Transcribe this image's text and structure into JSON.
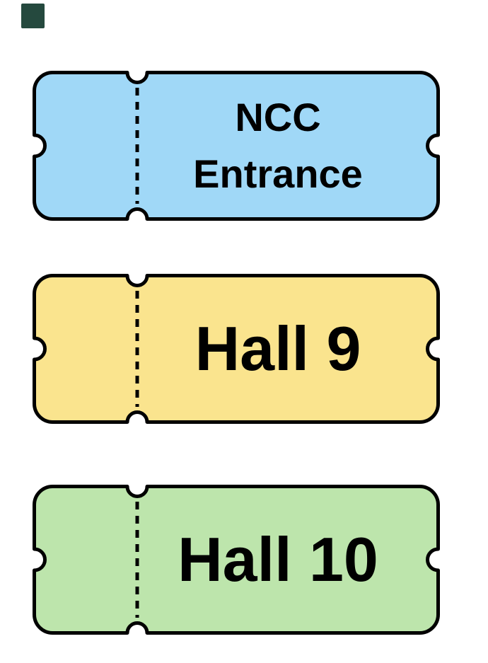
{
  "canvas": {
    "background_color": "#FFFFFF"
  },
  "corner_accent": {
    "color": "#25493E"
  },
  "tickets": [
    {
      "name": "NCC Entrance",
      "lines": [
        "NCC",
        "Entrance"
      ],
      "fill": "#A0D8F7",
      "stroke": "#000000",
      "text_color": "#000000"
    },
    {
      "name": "Hall 9",
      "lines": [
        "Hall 9"
      ],
      "fill": "#FAE48E",
      "stroke": "#000000",
      "text_color": "#000000"
    },
    {
      "name": "Hall 10",
      "lines": [
        "Hall 10"
      ],
      "fill": "#BDE5AC",
      "stroke": "#000000",
      "text_color": "#000000"
    }
  ]
}
